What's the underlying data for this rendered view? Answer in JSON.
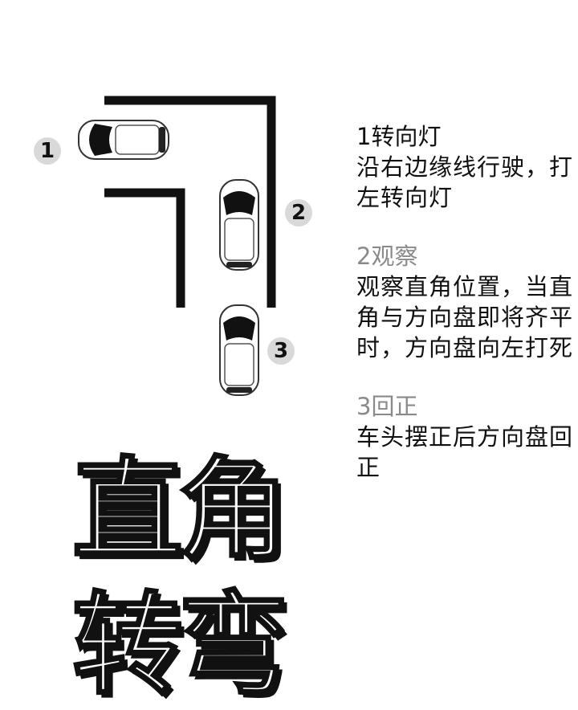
{
  "badges": {
    "b1": "1",
    "b2": "2",
    "b3": "3"
  },
  "steps": [
    {
      "title": "1转向灯",
      "desc": "沿右边缘线行驶，打左转向灯"
    },
    {
      "title": "2观察",
      "desc": "观察直角位置，当直角与方向盘即将齐平时，方向盘向左打死"
    },
    {
      "title": "3回正",
      "desc": "车头摆正后方向盘回正"
    }
  ],
  "big_title": {
    "line1": "直角",
    "line2": "转弯"
  },
  "colors": {
    "lines": "#111111",
    "badge": "#d9d9d9",
    "muted": "#8a8a8a"
  }
}
